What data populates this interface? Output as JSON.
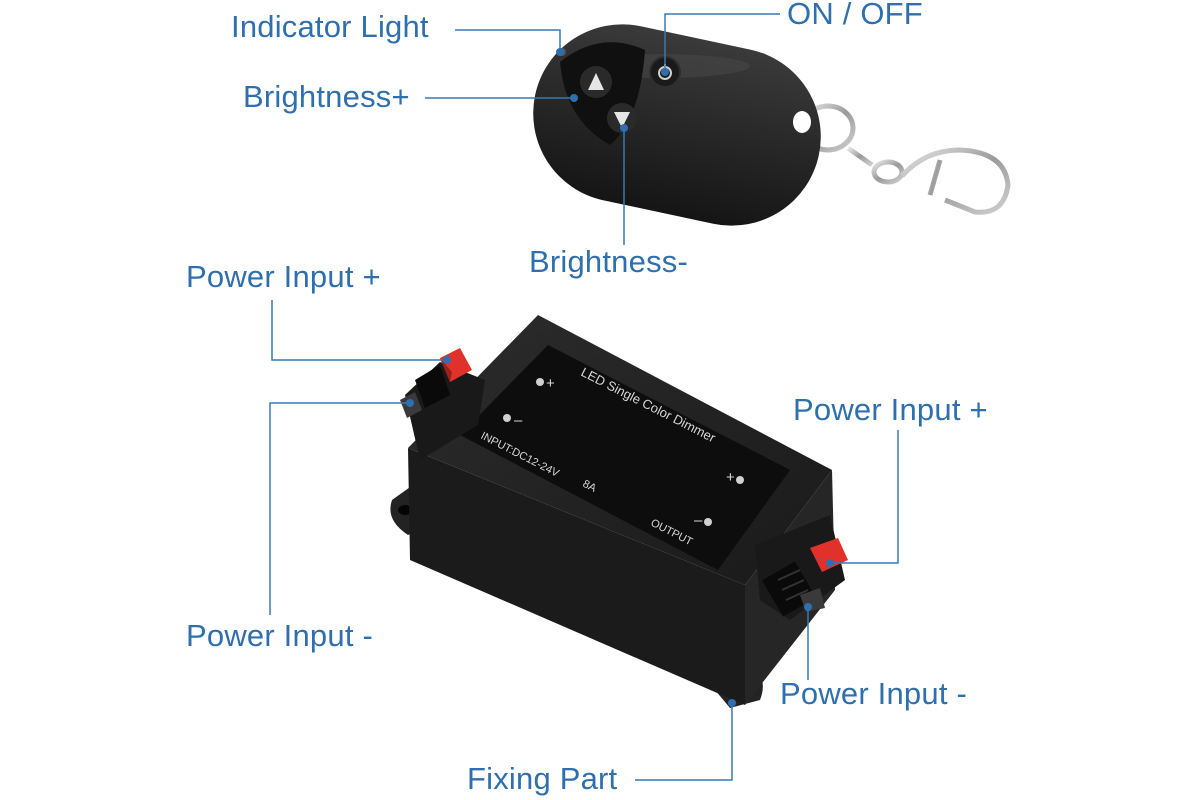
{
  "callouts": {
    "indicator_light": "Indicator Light",
    "on_off": "ON / OFF",
    "brightness_plus": "Brightness+",
    "brightness_minus": "Brightness-",
    "power_input_plus_left": "Power Input +",
    "power_input_minus_left": "Power Input -",
    "power_input_plus_right": "Power Input +",
    "power_input_minus_right": "Power Input -",
    "fixing_part": "Fixing Part"
  },
  "label_plate": {
    "title": "LED Single Color Dimmer",
    "input_spec": "INPUT:DC12-24V",
    "current": "8A",
    "output": "OUTPUT",
    "plus": "+",
    "minus": "–"
  },
  "colors": {
    "callout_text": "#2f6fad",
    "leader_line": "#3a78b5",
    "device_body": "#1e1e1e",
    "terminal_lever": "#e0322a"
  }
}
